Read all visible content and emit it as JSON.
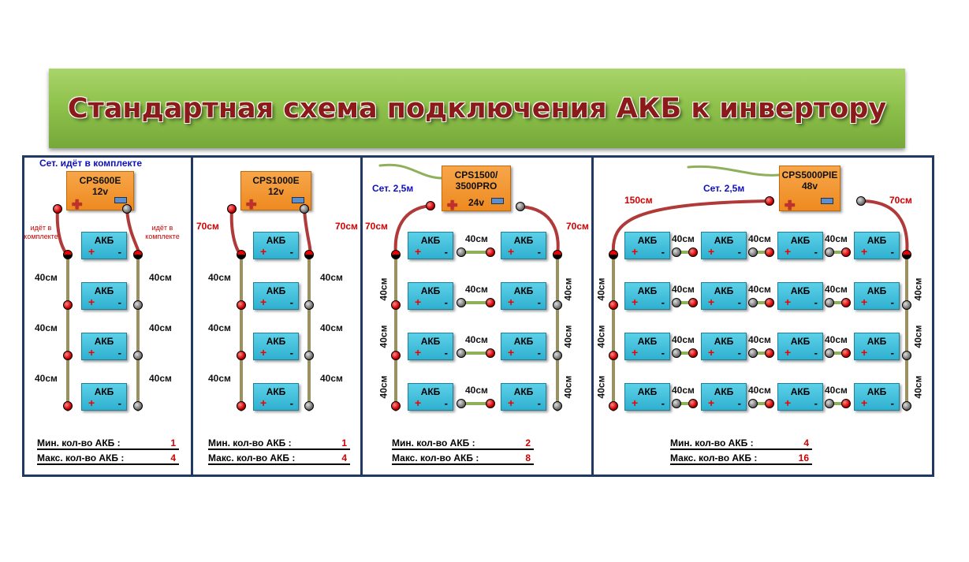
{
  "title": "Стандартная схема подключения АКБ к инвертору",
  "battery_label": "АКБ",
  "plus": "+",
  "minus": "-",
  "min_label": "Мин. кол-во АКБ :",
  "max_label": "Макс. кол-во АКБ :",
  "panels": [
    {
      "model": "CPS600E",
      "voltage": "12v",
      "cable_note": "Сет. идёт в комплекте",
      "wire_note": "идёт в комплекте",
      "link": "40см",
      "min": "1",
      "max": "4"
    },
    {
      "model": "CPS1000E",
      "voltage": "12v",
      "cable_len": "70см",
      "link": "40см",
      "min": "1",
      "max": "4"
    },
    {
      "model": "CPS1500/ 3500PRO",
      "voltage": "24v",
      "cable_note": "Сет. 2,5м",
      "cable_len": "70см",
      "link": "40см",
      "min": "2",
      "max": "8"
    },
    {
      "model": "CPS5000PIE",
      "voltage": "48v",
      "cable_note": "Сет. 2,5м",
      "cable_len_left": "150см",
      "cable_len_right": "70см",
      "link": "40см",
      "min": "4",
      "max": "16"
    }
  ],
  "colors": {
    "frame": "#1f3864",
    "title": "#8b1a1a",
    "inverter": "#f39a35",
    "battery": "#3cbfdc"
  }
}
